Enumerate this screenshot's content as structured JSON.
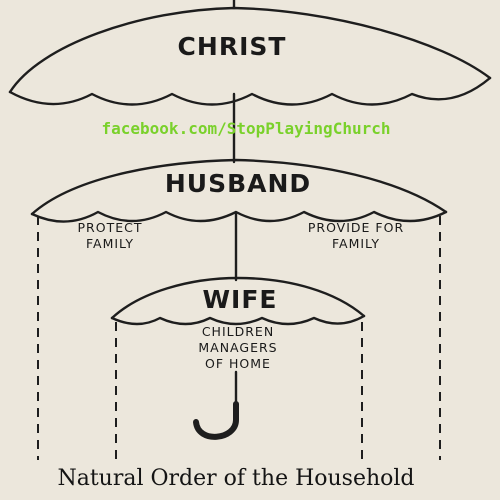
{
  "diagram": {
    "umbrella_top": {
      "label": "CHRIST"
    },
    "umbrella_middle": {
      "label": "HUSBAND",
      "left_note": [
        "PROTECT",
        "FAMILY"
      ],
      "right_note": [
        "PROVIDE FOR",
        "FAMILY"
      ]
    },
    "umbrella_bottom": {
      "label": "WIFE",
      "note": [
        "CHILDREN",
        "MANAGERS",
        "OF HOME"
      ]
    },
    "watermark": "facebook.com/StopPlayingChurch",
    "caption": "Natural Order of the Household"
  },
  "colors": {
    "ink": "#1e1e1e",
    "paper": "#ece7dc",
    "watermark": "#7ad12b"
  }
}
